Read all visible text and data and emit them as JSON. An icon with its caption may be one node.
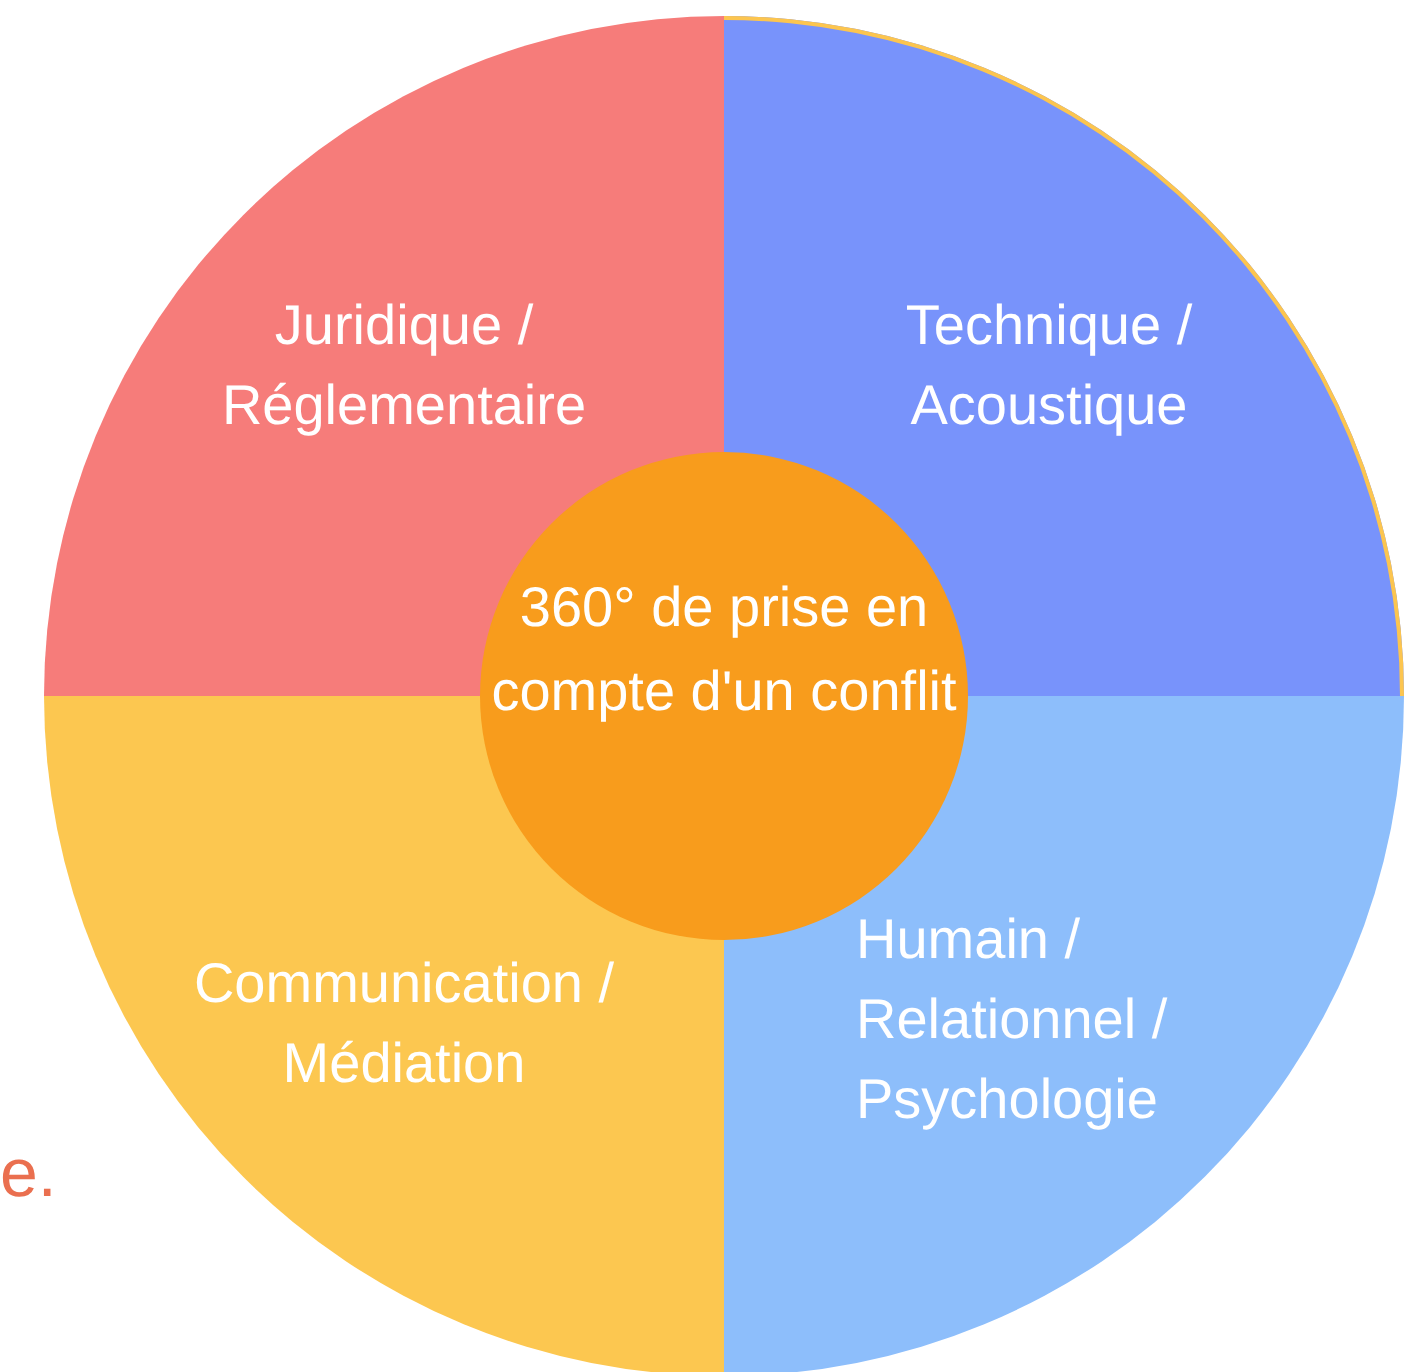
{
  "diagram": {
    "nodes": [
      {
        "text": [
          "Juridique / Réglementaire"
        ]
      },
      {
        "text": [
          "Technique / Acoustique"
        ]
      },
      {
        "text": [
          "360° de prise en compte d'un conflit"
        ]
      },
      {
        "text": [
          "Communication / Médiation"
        ]
      },
      {
        "text": [
          "Humain / Relationnel / Psychologie"
        ]
      }
    ],
    "labels": [
      "e."
    ]
  }
}
